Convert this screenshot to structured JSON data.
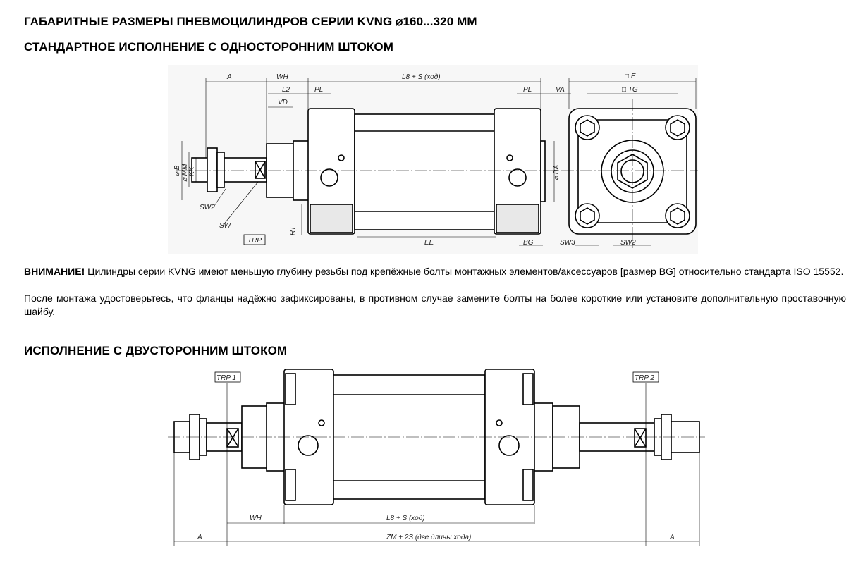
{
  "headings": {
    "title": "ГАБАРИТНЫЕ РАЗМЕРЫ ПНЕВМОЦИЛИНДРОВ СЕРИИ KVNG ⌀160...320 ММ",
    "standard": "СТАНДАРТНОЕ ИСПОЛНЕНИЕ С ОДНОСТОРОННИМ ШТОКОМ",
    "double": "ИСПОЛНЕНИЕ С ДВУСТОРОННИМ ШТОКОМ"
  },
  "note": {
    "warning_label": "ВНИМАНИЕ!",
    "warning_text": " Цилиндры серии KVNG имеют меньшую глубину резьбы под крепёжные болты монтажных элементов/аксессуаров [размер BG] относительно стандарта ISO 15552.",
    "mounting_text": "После монтажа удостоверьтесь, что фланцы надёжно зафиксированы, в противном случае замените болты на более короткие или установите дополнительную проставочную шайбу."
  },
  "drawing1": {
    "labels": {
      "A": "A",
      "WH": "WH",
      "L8S": "L8 + S (ход)",
      "L2": "L2",
      "PL_left": "PL",
      "PL_right": "PL",
      "VA": "VA",
      "VD": "VD",
      "B": "⌀ B",
      "MM": "⌀ MM",
      "KK": "KK",
      "SW2": "SW2",
      "SW": "SW",
      "TRP": "TRP",
      "RT": "RT",
      "EE": "EE",
      "BG": "BG",
      "BA": "⌀ BA",
      "E": "□ E",
      "TG": "□ TG",
      "SW3": "SW3",
      "SW2_end": "SW2"
    }
  },
  "drawing2": {
    "labels": {
      "TRP1": "TRP 1",
      "TRP2": "TRP 2",
      "WH": "WH",
      "L8S": "L8 + S (ход)",
      "A_left": "A",
      "ZM": "ZM + 2S (две длины хода)",
      "A_right": "A"
    }
  }
}
